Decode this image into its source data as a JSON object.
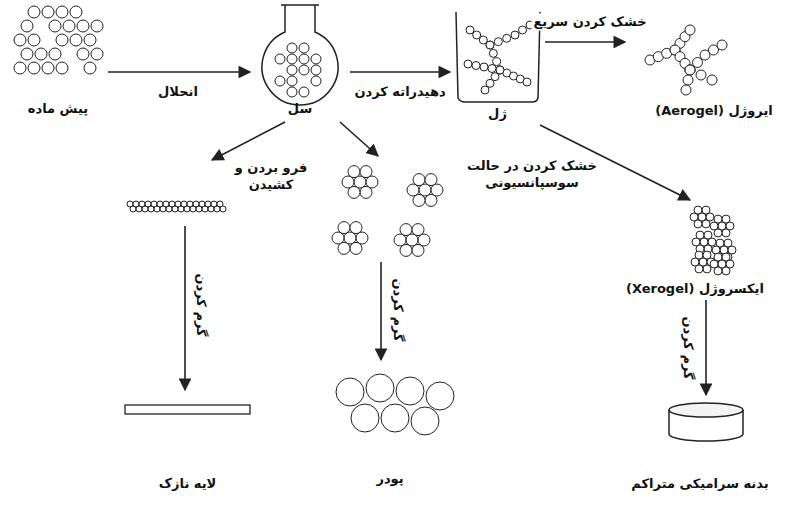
{
  "diagram": {
    "nodes": [
      {
        "text": [
          "پیش ماده"
        ]
      },
      {
        "text": [
          "سل"
        ]
      },
      {
        "text": [
          "ژل"
        ]
      },
      {
        "text": [
          "ایروژل (Aerogel)"
        ]
      },
      {
        "text": [
          "ایکسروژل (Xerogel)"
        ]
      },
      {
        "text": [
          "لایه نازک"
        ]
      },
      {
        "text": [
          "پودر"
        ]
      },
      {
        "text": [
          "بدنه سرامیکی متراکم"
        ]
      }
    ],
    "edges": [
      {
        "from": 0,
        "to": 1,
        "label": "انحلال",
        "arrow": "to"
      },
      {
        "from": 1,
        "to": 2,
        "label": "دهیدراته کردن",
        "arrow": "to"
      },
      {
        "from": 2,
        "to": 3,
        "label": "خشک کردن سریع",
        "arrow": "to"
      },
      {
        "from": 2,
        "to": 4,
        "arrow": "to"
      },
      {
        "from": 4,
        "to": 7,
        "label": "گرم کردن",
        "arrow": "to"
      }
    ],
    "labels": [
      "فرو بردن و کشیدن",
      "گرم کردن",
      "گرم کردن",
      "خشک کردن در حالت سوسپانسیونی"
    ]
  }
}
